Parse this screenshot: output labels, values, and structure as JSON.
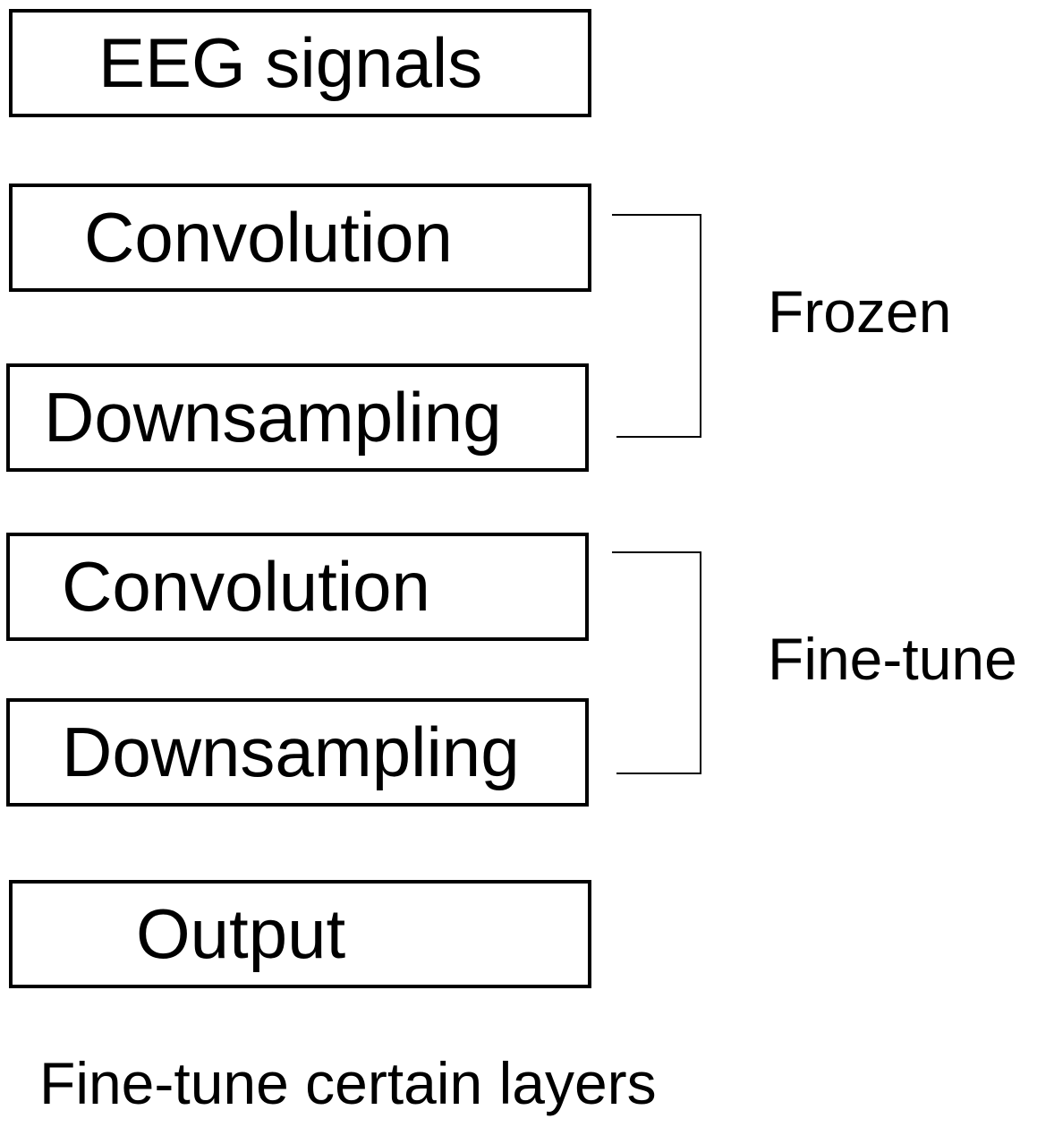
{
  "diagram": {
    "layers": [
      {
        "id": "input",
        "label": "EEG signals"
      },
      {
        "id": "conv1",
        "label": "Convolution"
      },
      {
        "id": "down1",
        "label": "Downsampling"
      },
      {
        "id": "conv2",
        "label": "Convolution"
      },
      {
        "id": "down2",
        "label": "Downsampling"
      },
      {
        "id": "output",
        "label": "Output"
      }
    ],
    "groups": [
      {
        "label": "Frozen",
        "layers": [
          "conv1",
          "down1"
        ]
      },
      {
        "label": "Fine-tune",
        "layers": [
          "conv2",
          "down2"
        ]
      }
    ],
    "caption": "Fine-tune certain layers",
    "colors": {
      "stroke": "#000000",
      "background": "#ffffff",
      "text": "#000000"
    }
  }
}
